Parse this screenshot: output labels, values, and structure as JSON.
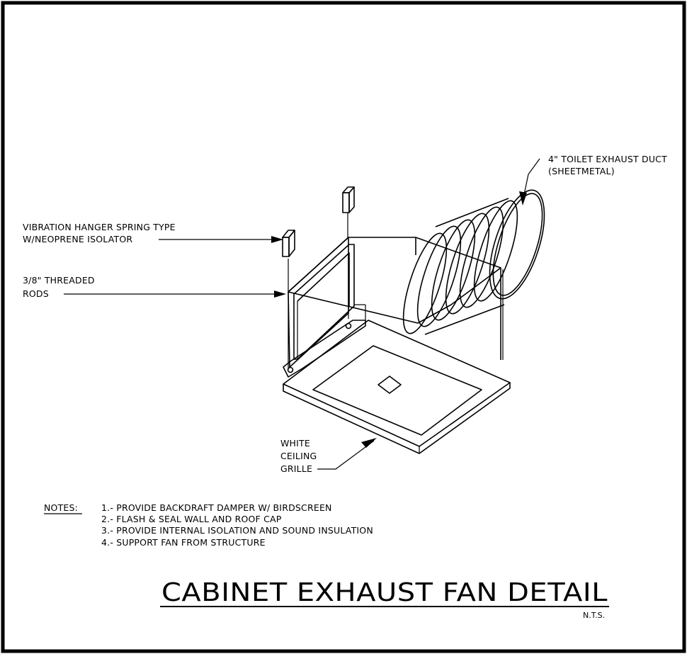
{
  "callouts": {
    "duct_line1": "4\" TOILET EXHAUST DUCT",
    "duct_line2": "(SHEETMETAL)",
    "hanger_line1": "VIBRATION HANGER SPRING TYPE",
    "hanger_line2": "W/NEOPRENE ISOLATOR",
    "rods_line1": "3/8\" THREADED",
    "rods_line2": "RODS",
    "grille_line1": "WHITE",
    "grille_line2": "CEILING",
    "grille_line3": "GRILLE"
  },
  "notes": {
    "heading": "NOTES:",
    "items": [
      "1.- PROVIDE BACKDRAFT DAMPER W/ BIRDSCREEN",
      "2.- FLASH & SEAL WALL AND ROOF CAP",
      "3.- PROVIDE INTERNAL ISOLATION AND SOUND INSULATION",
      "4.- SUPPORT FAN FROM STRUCTURE"
    ]
  },
  "title": {
    "main": "CABINET EXHAUST FAN DETAIL",
    "scale": "N.T.S."
  }
}
